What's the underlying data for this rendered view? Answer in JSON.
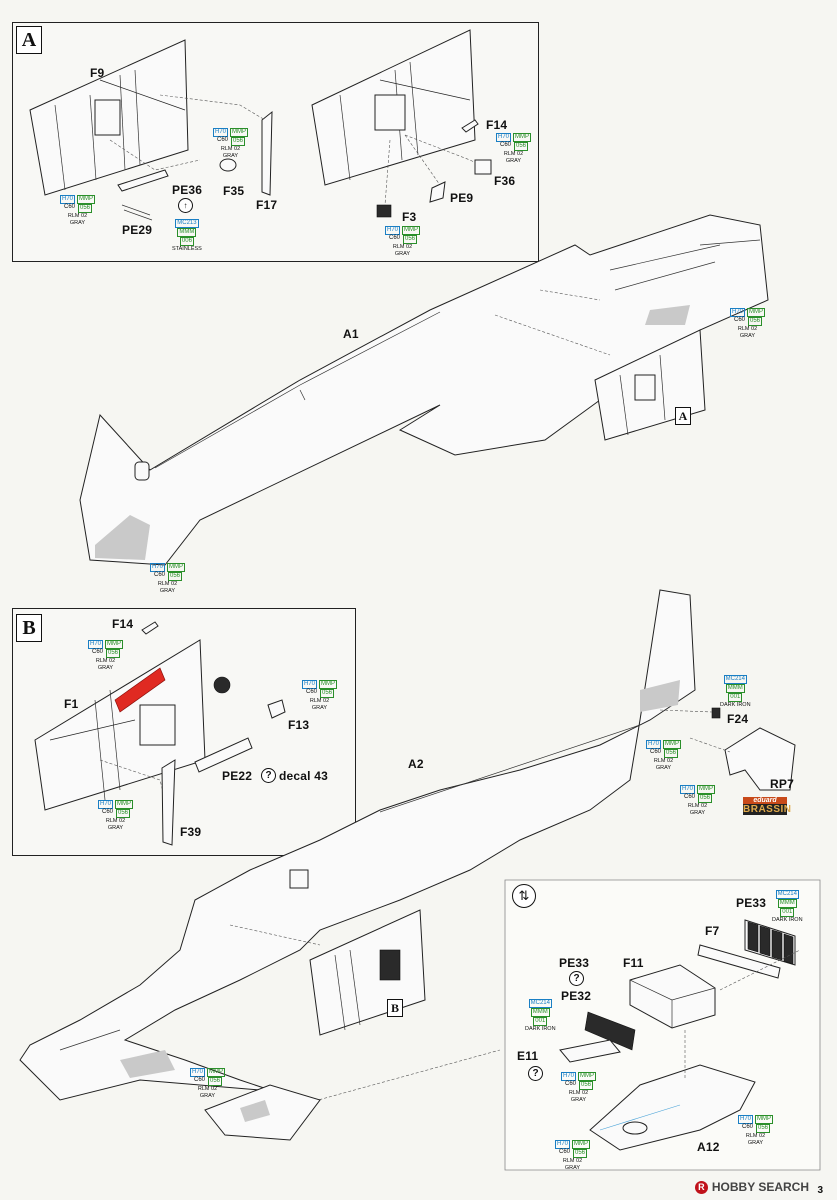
{
  "steps": {
    "a": {
      "badge": "A",
      "parts": {
        "f9": "F9",
        "pe36": "PE36",
        "pe29": "PE29",
        "f35": "F35",
        "f17": "F17",
        "f14": "F14",
        "f36": "F36",
        "pe9": "PE9",
        "f3": "F3",
        "a1": "A1"
      },
      "ref_badge": "A"
    },
    "b": {
      "badge": "B",
      "parts": {
        "f14": "F14",
        "f1": "F1",
        "f13": "F13",
        "pe22_decal": "PE22",
        "decal": "decal 43",
        "f39": "F39",
        "a2": "A2",
        "f24": "F24",
        "rp7": "RP7"
      },
      "ref_badge": "B"
    },
    "option": {
      "parts": {
        "pe33_top": "PE33",
        "f7": "F7",
        "pe33_mid": "PE33",
        "f11": "F11",
        "pe32": "PE32",
        "e11": "E11",
        "a12": "A12"
      }
    }
  },
  "paints": {
    "rlm02": {
      "h": "H70",
      "mmp": "MMP",
      "c": "C60",
      "n": "056",
      "name1": "RLM 02",
      "name2": "GRAY"
    },
    "stainless": {
      "h": "MC213",
      "mmp": "MMM",
      "n": "006",
      "name1": "STAINLESS"
    },
    "darkiron": {
      "h": "MC214",
      "mmp": "MMM",
      "n": "001",
      "name1": "DARK IRON"
    }
  },
  "brassin": {
    "top": "eduard",
    "bottom": "BRASSIN"
  },
  "question_mark": "?",
  "arrow_up": "↑",
  "watermark": "HOBBY SEARCH",
  "watermark_logo": "R",
  "page_number": "3"
}
